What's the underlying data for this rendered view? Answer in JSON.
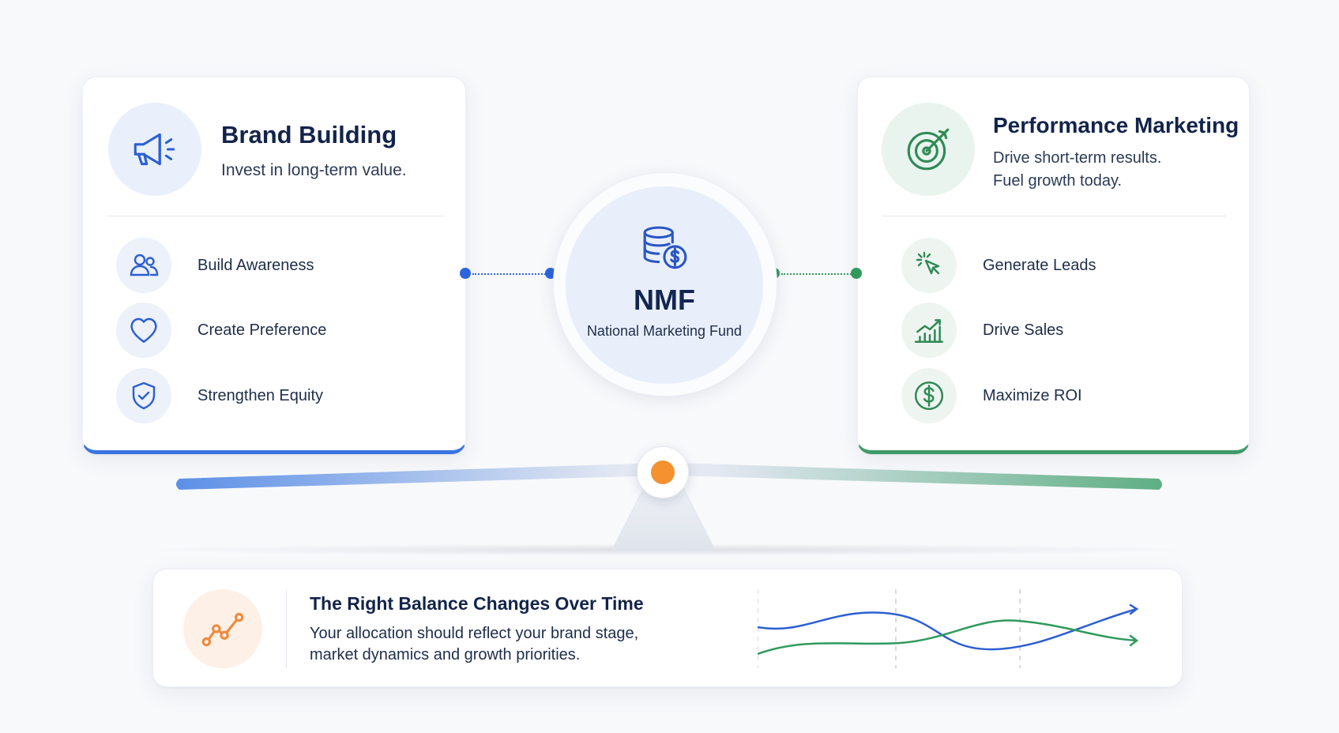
{
  "left_card": {
    "title": "Brand Building",
    "subtitle": "Invest in long-term value.",
    "hero_icon": "megaphone-icon",
    "accent_color": "#3b74e0",
    "items": [
      {
        "label": "Build Awareness",
        "icon": "people-icon"
      },
      {
        "label": "Create Preference",
        "icon": "heart-icon"
      },
      {
        "label": "Strengthen Equity",
        "icon": "shield-check-icon"
      }
    ]
  },
  "right_card": {
    "title": "Performance Marketing",
    "subtitle_line1": "Drive short-term results.",
    "subtitle_line2": "Fuel growth today.",
    "hero_icon": "target-arrow-icon",
    "accent_color": "#3f9a6a",
    "items": [
      {
        "label": "Generate Leads",
        "icon": "cursor-click-icon"
      },
      {
        "label": "Drive Sales",
        "icon": "chart-bars-up-icon"
      },
      {
        "label": "Maximize ROI",
        "icon": "dollar-circle-icon"
      }
    ]
  },
  "center": {
    "title": "NMF",
    "subtitle": "National Marketing Fund",
    "icon": "database-dollar-icon"
  },
  "balance": {
    "pivot_color": "#f6912f",
    "left_color": "#3b74e0",
    "right_color": "#3f9a6a"
  },
  "bottom": {
    "title": "The Right Balance Changes Over Time",
    "text_line1": "Your allocation should reflect your brand stage,",
    "text_line2": "market dynamics and growth priorities.",
    "icon": "trend-line-icon",
    "icon_color": "#f08a3c"
  }
}
